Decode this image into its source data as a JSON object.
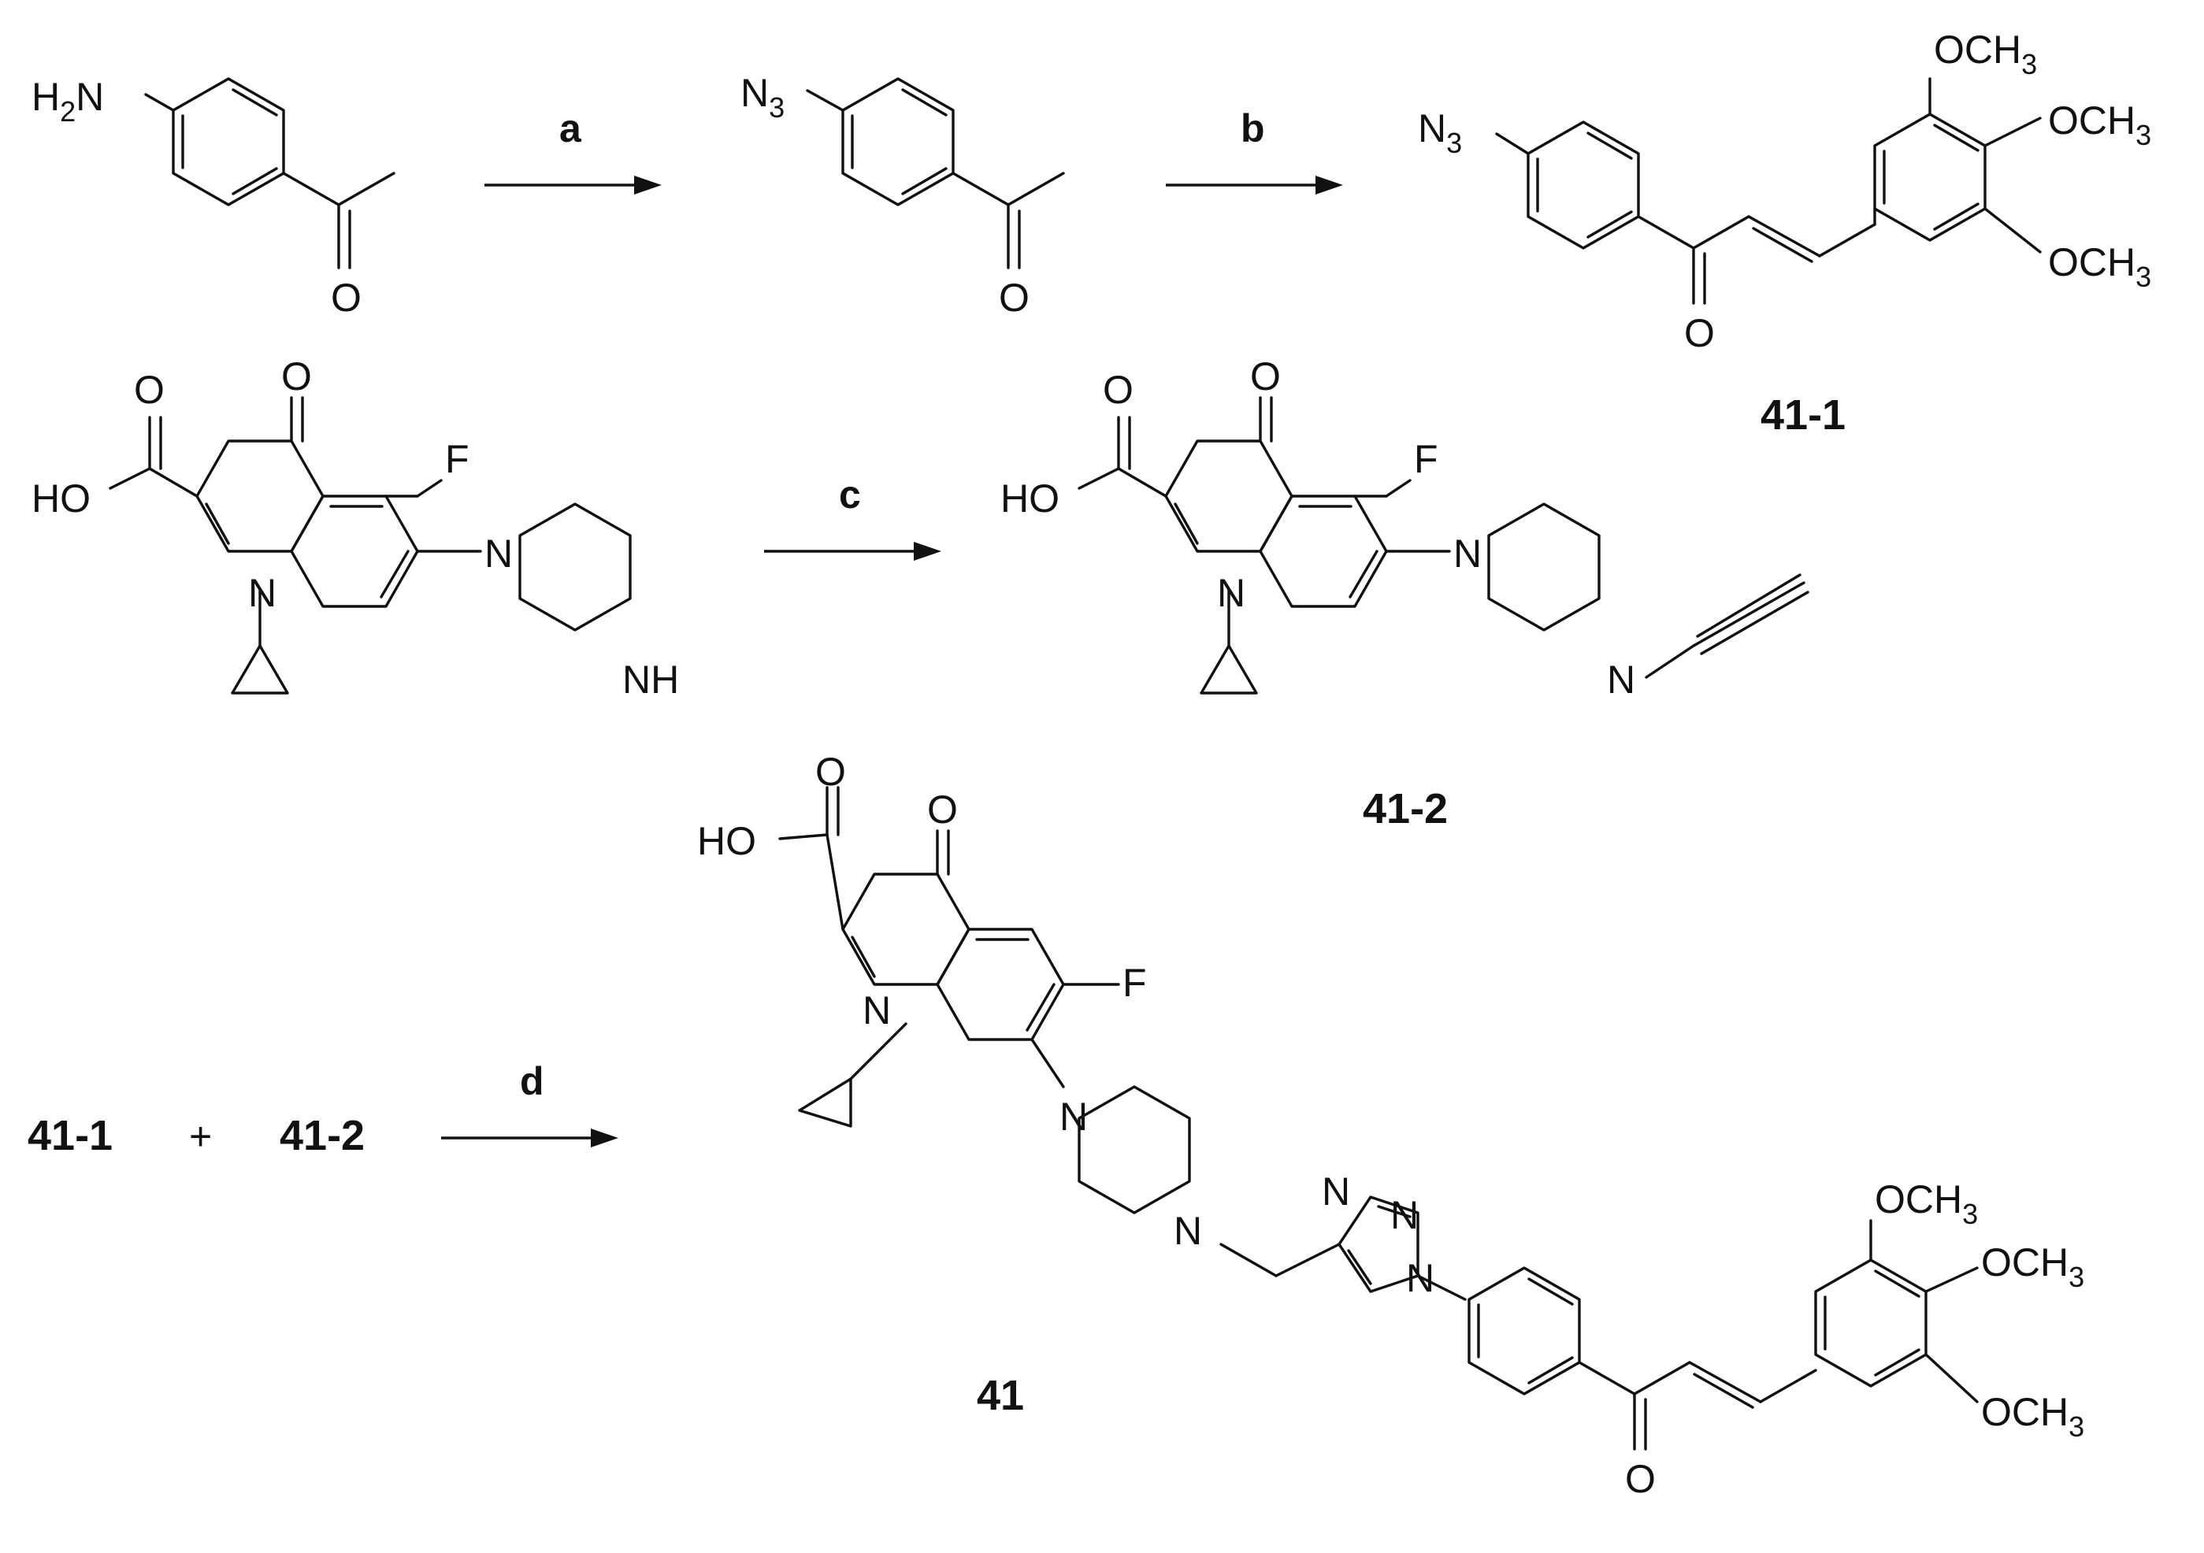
{
  "scheme": {
    "steps": [
      {
        "id": "a",
        "label": "a"
      },
      {
        "id": "b",
        "label": "b"
      },
      {
        "id": "c",
        "label": "c"
      },
      {
        "id": "d",
        "label": "d"
      }
    ],
    "compounds": {
      "c41_1": "41-1",
      "c41_2": "41-2",
      "c41": "41"
    },
    "reaction_d": {
      "reactant1": "41-1",
      "plus": "+",
      "reactant2": "41-2"
    },
    "atoms": {
      "h2n": {
        "main": "H",
        "sub": "2",
        "tail": "N"
      },
      "n3": {
        "main": "N",
        "sub": "3"
      },
      "o": "O",
      "f": "F",
      "ho": "HO",
      "n": "N",
      "nh": "NH",
      "och3": {
        "main": "OCH",
        "sub": "3"
      },
      "triazole_n1": "N",
      "triazole_n2": "N",
      "triazole_n3": "N"
    }
  }
}
